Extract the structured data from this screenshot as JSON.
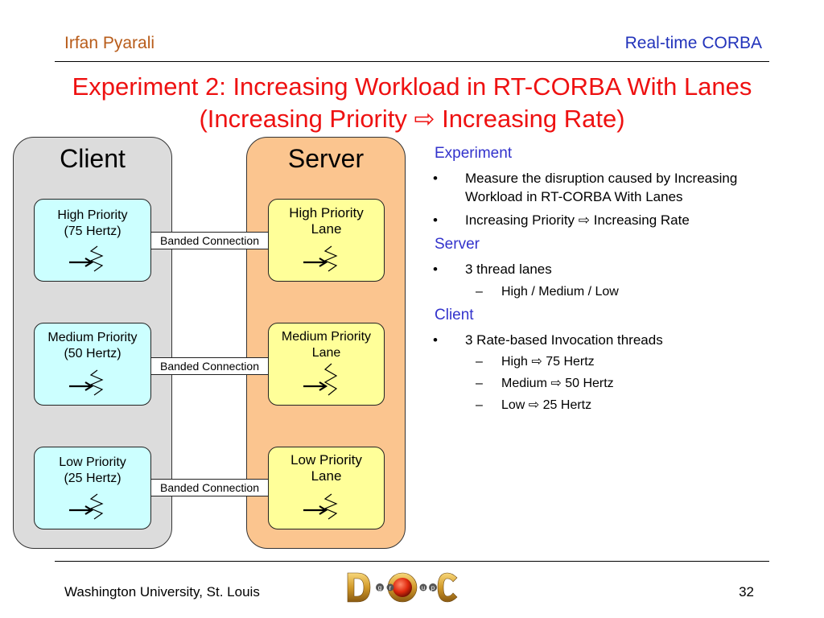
{
  "header": {
    "author": "Irfan Pyarali",
    "topic": "Real-time CORBA"
  },
  "title": {
    "line1": "Experiment 2: Increasing Workload in RT-CORBA With Lanes",
    "line2": "(Increasing Priority ⇨ Increasing Rate)"
  },
  "diagram": {
    "client": {
      "title": "Client",
      "boxes": [
        {
          "line1": "High Priority",
          "line2": "(75 Hertz)"
        },
        {
          "line1": "Medium Priority",
          "line2": "(50 Hertz)"
        },
        {
          "line1": "Low Priority",
          "line2": "(25 Hertz)"
        }
      ]
    },
    "server": {
      "title": "Server",
      "lanes": [
        {
          "line1": "High Priority",
          "line2": "Lane"
        },
        {
          "line1": "Medium Priority",
          "line2": "Lane"
        },
        {
          "line1": "Low Priority",
          "line2": "Lane"
        }
      ]
    },
    "connections": [
      "Banded Connection",
      "Banded Connection",
      "Banded Connection"
    ],
    "thread_icon": "arrow-into-wavy-thread-icon",
    "colors": {
      "client_panel": "#dcdcdc",
      "server_panel": "#fbc58f",
      "client_box": "#ccffff",
      "server_box": "#ffff99"
    }
  },
  "bullets": {
    "experiment": {
      "heading": "Experiment",
      "items": [
        {
          "line1": "Measure the disruption caused by Increasing",
          "line2": "Workload in RT-CORBA With Lanes"
        },
        {
          "line1": "Increasing Priority ⇨ Increasing Rate"
        }
      ]
    },
    "server": {
      "heading": "Server",
      "items": [
        {
          "line1": "3 thread lanes"
        }
      ],
      "subitems": [
        "High / Medium / Low"
      ]
    },
    "client": {
      "heading": "Client",
      "items": [
        {
          "line1": "3 Rate-based Invocation threads"
        }
      ],
      "subitems": [
        "High ⇨ 75 Hertz",
        "Medium ⇨ 50 Hertz",
        "Low ⇨ 25 Hertz"
      ]
    },
    "bullet_char": "•",
    "dash_char": "–"
  },
  "footer": {
    "institution": "Washington University, St. Louis",
    "logo_letters": [
      "D",
      "O",
      "C"
    ],
    "logo_small": [
      "g",
      "r",
      "u",
      "p"
    ],
    "page_number": "32"
  }
}
